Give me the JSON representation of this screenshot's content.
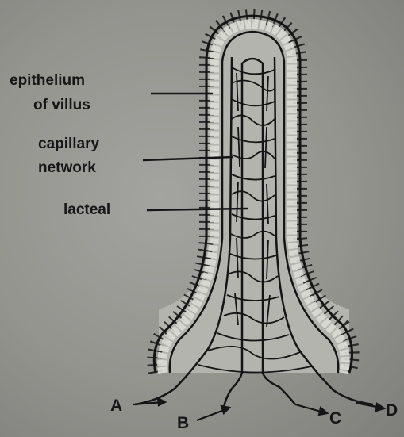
{
  "labels": {
    "epithelium_line1": "epithelium",
    "epithelium_line2": "of villus",
    "capillary_line1": "capillary",
    "capillary_line2": "network",
    "lacteal": "lacteal",
    "A": "A",
    "B": "B",
    "C": "C",
    "D": "D"
  },
  "colors": {
    "background": "#999995",
    "ink": "#161616",
    "cell_fill": "#e2e2dc"
  },
  "icons": {
    "structure": "villus-diagram"
  }
}
